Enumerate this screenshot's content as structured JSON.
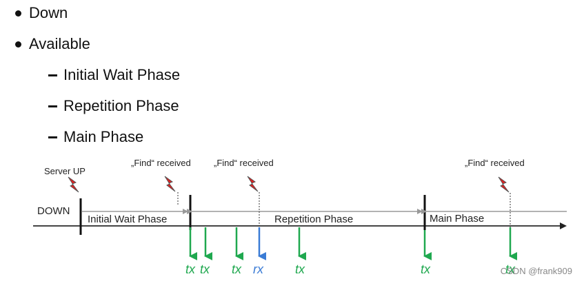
{
  "bullets": [
    {
      "level": 1,
      "text": "Down"
    },
    {
      "level": 1,
      "text": "Available"
    },
    {
      "level": 2,
      "text": "Initial Wait Phase"
    },
    {
      "level": 2,
      "text": "Repetition Phase"
    },
    {
      "level": 2,
      "text": "Main Phase"
    }
  ],
  "diagram": {
    "server_up": "Server UP",
    "find_received": "„Find“ received",
    "state_down": "DOWN",
    "phase_initial_wait": "Initial Wait Phase",
    "phase_repetition": "Repetition Phase",
    "phase_main": "Main Phase",
    "tx": "tx",
    "rx": "rx"
  },
  "watermark": "CSDN @frank909",
  "colors": {
    "tx_arrow": "#1fa84f",
    "rx_arrow": "#3a7bd5",
    "lightning": "#e02020",
    "gray_arrow": "#999999",
    "timeline": "#444444"
  },
  "icons": [
    "lightning-icon"
  ]
}
